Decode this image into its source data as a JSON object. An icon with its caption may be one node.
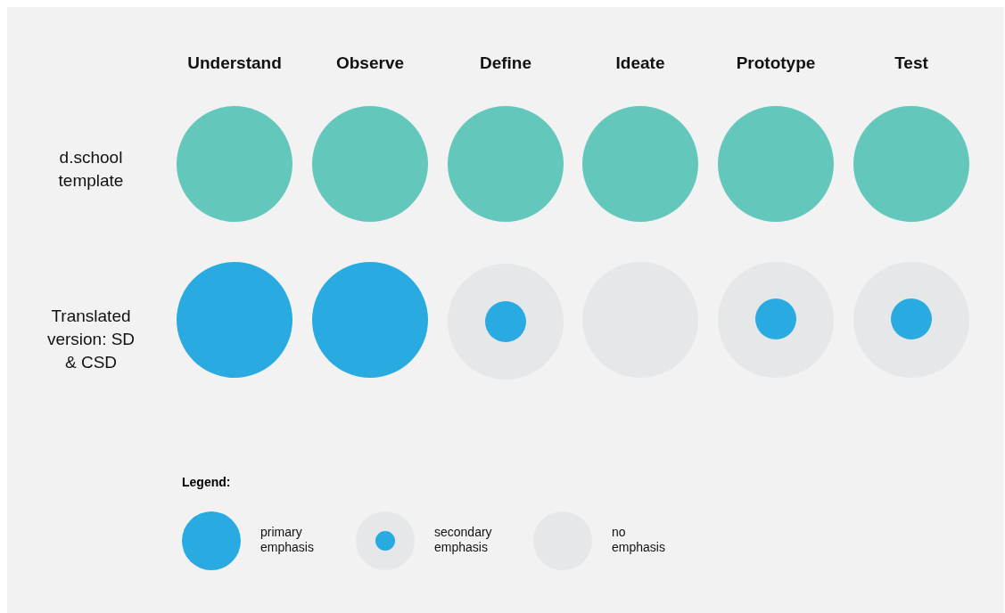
{
  "diagram": {
    "nodes": [
      {
        "text": [],
        "shape": "circle"
      },
      {
        "text": [],
        "shape": "circle"
      },
      {
        "text": [],
        "shape": "circle"
      },
      {
        "text": [],
        "shape": "circle"
      },
      {
        "text": [],
        "shape": "circle"
      },
      {
        "text": [],
        "shape": "circle"
      },
      {
        "text": [],
        "shape": "circle"
      },
      {
        "text": [],
        "shape": "circle"
      },
      {
        "text": [],
        "shape": "circle"
      },
      {
        "text": [],
        "shape": "circle",
        "in": 8
      },
      {
        "text": [],
        "shape": "circle"
      },
      {
        "text": [],
        "shape": "circle"
      },
      {
        "text": [],
        "shape": "circle",
        "in": 11
      },
      {
        "text": [],
        "shape": "circle"
      },
      {
        "text": [],
        "shape": "circle",
        "in": 13
      }
    ],
    "labels": [
      "Understand",
      "Observe",
      "Define",
      "Ideate",
      "Prototype",
      "Test",
      "d.school template",
      "Translated version: SD & CSD",
      "Legend:"
    ],
    "legend": [
      {
        "text": "primary emphasis",
        "color": "#29abe2"
      },
      {
        "text": "secondary emphasis"
      },
      {
        "text": "no emphasis",
        "color": "#e6e7e8"
      }
    ]
  }
}
